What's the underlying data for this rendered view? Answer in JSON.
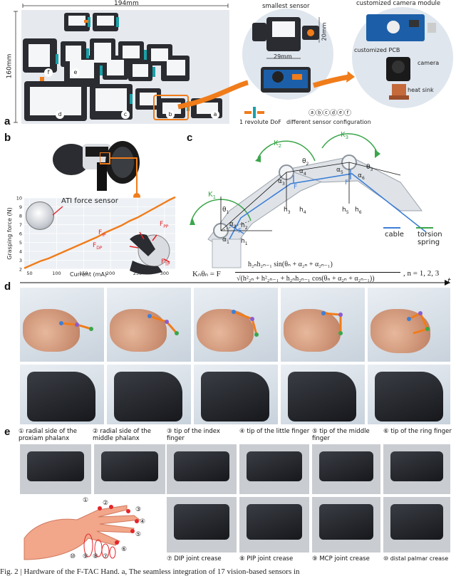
{
  "panels": {
    "a": {
      "letter": "a",
      "dim_width": "194mm",
      "dim_height": "160mm",
      "sensor_labels": [
        "f",
        "e",
        "d",
        "c",
        "b",
        "a"
      ],
      "smallest_sensor": "smallest sensor",
      "dim_29": "29mm",
      "dim_20": "20mm",
      "custom_camera_module": "customized camera module",
      "custom_pcb": "customized PCB",
      "camera": "camera",
      "heat_sink": "heat sink",
      "legend_dof": "1 revolute DoF",
      "legend_configs_symbols": "ⓐⓑⓒⓓⓔⓕ",
      "legend_configs": "different sensor configuration",
      "colors": {
        "teal": "#1aa0a8",
        "orange": "#f07c1a",
        "bg_circle": "#dfe6ee"
      }
    },
    "b": {
      "letter": "b",
      "ati_label": "ATI force sensor",
      "finger_labels": [
        "F_PP",
        "F_IP",
        "F_DP",
        "F_TP"
      ],
      "colors": {
        "line": "#f07c1a",
        "arrow": "#e5242a"
      }
    },
    "c": {
      "letter": "c",
      "labels": {
        "K1": "K",
        "K1_sub": "1",
        "K2": "K",
        "K2_sub": "2",
        "K3": "K",
        "K3_sub": "3",
        "theta1": "θ",
        "theta1_sub": "1",
        "theta2": "θ",
        "theta2_sub": "2",
        "theta3": "θ",
        "theta3_sub": "3",
        "alpha1": "α",
        "alpha1_sub": "1",
        "alpha2": "α",
        "alpha2_sub": "2",
        "alpha3": "α",
        "alpha3_sub": "3",
        "alpha4": "α",
        "alpha4_sub": "4",
        "alpha5": "α",
        "alpha5_sub": "5",
        "alpha6": "α",
        "alpha6_sub": "6",
        "h1": "h",
        "h1_sub": "1",
        "h2": "h",
        "h2_sub": "2",
        "h3": "h",
        "h3_sub": "3",
        "h4": "h",
        "h4_sub": "4",
        "h5": "h",
        "h5_sub": "5",
        "h6": "h",
        "h6_sub": "6",
        "F": "F"
      },
      "legend_cable": "cable",
      "legend_spring": "torsion spring",
      "equation_lhs": "Kₙθₙ = F",
      "equation_num": "h₂ₙh₂ₙ₋₁ sin(θₙ + α₂ₙ + α₂ₙ₋₁)",
      "equation_den": "√(h²₂ₙ + h²₂ₙ₋₁ + h₂ₙh₂ₙ₋₁ cos(θₙ + α₂ₙ + α₂ₙ₋₁))",
      "equation_n": ", n = 1, 2, 3",
      "colors": {
        "cable": "#3d7fd6",
        "spring": "#3aa64a"
      }
    },
    "d": {
      "letter": "d",
      "time_label": "t",
      "frame_count": 5
    },
    "e": {
      "letter": "e",
      "top_captions": [
        "① radial side of the proxiam phalanx",
        "② radial side of the middle phalanx",
        "③ tip of the index finger",
        "④ tip of the little finger",
        "⑤ tip of the middle finger",
        "⑥ tip of the ring finger"
      ],
      "bottom_captions": [
        "⑦ DIP joint crease",
        "⑧ PIP joint crease",
        "⑨ MCP joint crease",
        "⑩ distal palmar crease"
      ],
      "hand_points": [
        "①",
        "②",
        "③",
        "④",
        "⑤",
        "⑥",
        "⑦",
        "⑧",
        "⑨",
        "⑩"
      ]
    }
  },
  "chart_data": {
    "type": "line",
    "xlabel": "Current (mA)",
    "ylabel": "Grasping force (N)",
    "xlim": [
      40,
      320
    ],
    "ylim": [
      2,
      10
    ],
    "xticks": [
      50,
      100,
      150,
      200,
      250,
      300
    ],
    "yticks": [
      2,
      3,
      4,
      5,
      6,
      7,
      8,
      9,
      10
    ],
    "grid": true,
    "series": [
      {
        "x": [
          40,
          55,
          70,
          85,
          100,
          115,
          130,
          145,
          160,
          175,
          190,
          205,
          220,
          235,
          250,
          265,
          280,
          295,
          310,
          320
        ],
        "y": [
          2.1,
          2.5,
          2.9,
          3.2,
          3.6,
          4.0,
          4.4,
          4.8,
          5.2,
          5.6,
          6.1,
          6.5,
          6.9,
          7.4,
          7.8,
          8.3,
          8.8,
          9.3,
          9.8,
          10.1
        ]
      }
    ]
  },
  "caption": {
    "text": "Fig. 2 | Hardware of the F-TAC Hand. a, The seamless integration of 17 vision-based sensors in"
  }
}
